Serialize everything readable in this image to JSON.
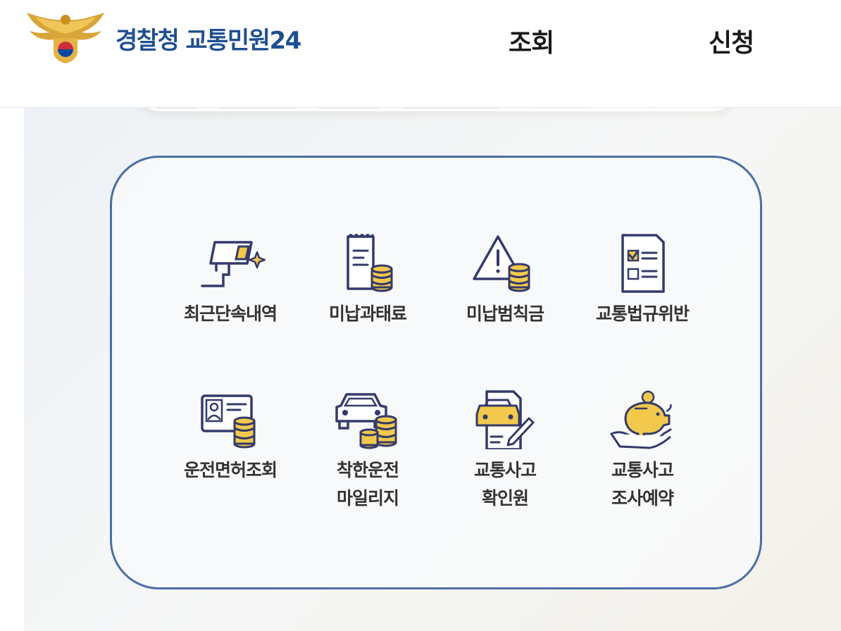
{
  "header": {
    "brand_left": "경찰청",
    "brand_right": "교통민원24",
    "nav": [
      {
        "label": "조회"
      },
      {
        "label": "신청"
      }
    ]
  },
  "menu": {
    "items": [
      {
        "label": "최근단속내역",
        "icon": "cctv-camera-icon"
      },
      {
        "label": "미납과태료",
        "icon": "receipt-coins-icon"
      },
      {
        "label": "미납범칙금",
        "icon": "warning-coins-icon"
      },
      {
        "label": "교통법규위반",
        "icon": "checklist-document-icon"
      },
      {
        "label": "운전면허조회",
        "icon": "license-card-coins-icon"
      },
      {
        "label_line1": "착한운전",
        "label_line2": "마일리지",
        "icon": "car-coins-icon"
      },
      {
        "label_line1": "교통사고",
        "label_line2": "확인원",
        "icon": "car-document-pen-icon"
      },
      {
        "label_line1": "교통사고",
        "label_line2": "조사예약",
        "icon": "piggy-bank-hand-icon"
      }
    ]
  },
  "colors": {
    "brand_blue": "#1f4f91",
    "card_border": "#4a6fa5",
    "icon_navy": "#343a6b",
    "icon_gold": "#f2c94c"
  }
}
